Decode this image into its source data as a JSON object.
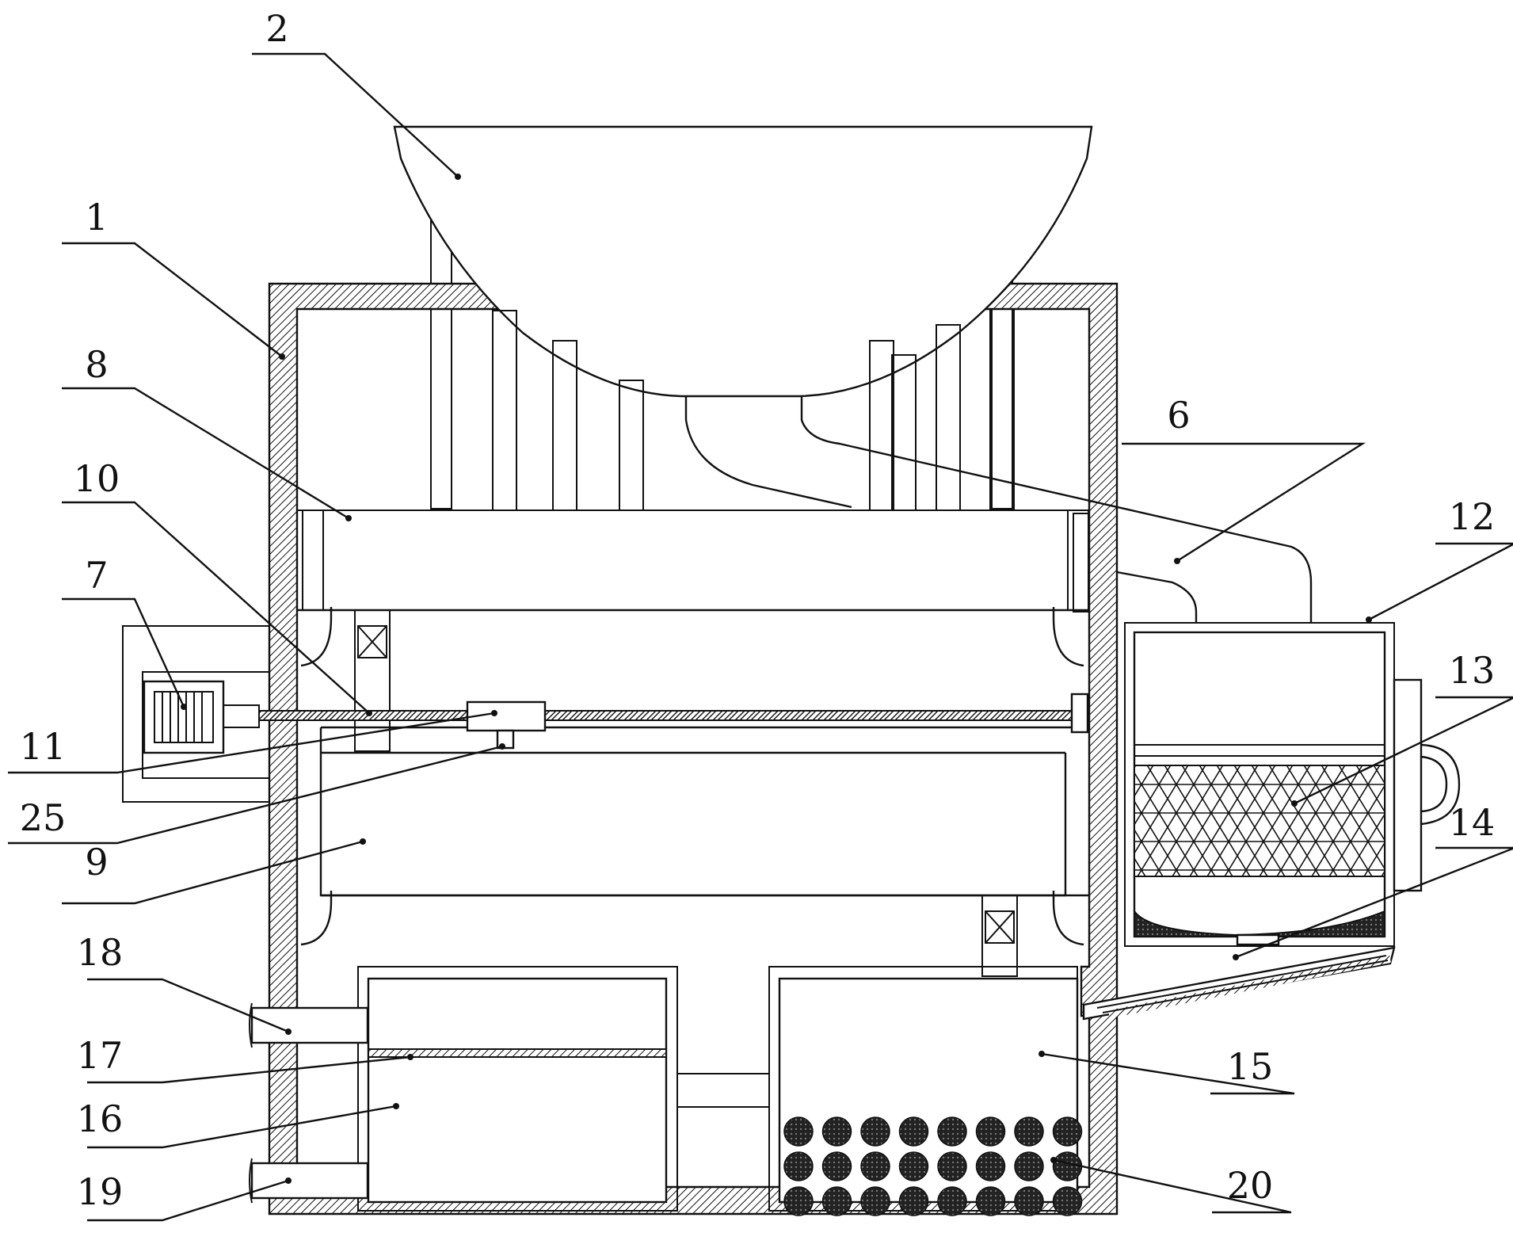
{
  "figure": {
    "labels": {
      "1": "1",
      "2": "2",
      "6": "6",
      "7": "7",
      "8": "8",
      "9": "9",
      "10": "10",
      "11": "11",
      "12": "12",
      "13": "13",
      "14": "14",
      "15": "15",
      "16": "16",
      "17": "17",
      "18": "18",
      "19": "19",
      "20": "20",
      "25": "25"
    }
  }
}
